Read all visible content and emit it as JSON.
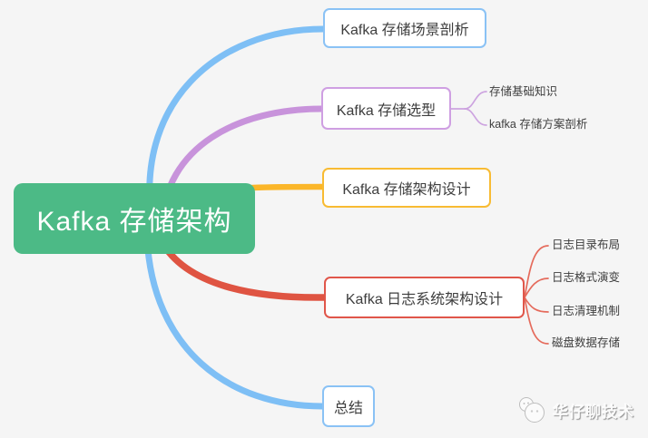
{
  "canvas": {
    "background": "#f5f5f5"
  },
  "root": {
    "label": "Kafka 存储架构",
    "fill": "#4cba86",
    "text_color": "#ffffff"
  },
  "branches": [
    {
      "label": "Kafka 存储场景剖析",
      "color": "#7ebff5",
      "children": []
    },
    {
      "label": "Kafka 存储选型",
      "color": "#c893db",
      "connector_color": "#cda4e0",
      "children": [
        {
          "label": "存储基础知识"
        },
        {
          "label": "kafka 存储方案剖析"
        }
      ]
    },
    {
      "label": "Kafka 存储架构设计",
      "color": "#fbb629",
      "children": []
    },
    {
      "label": "Kafka 日志系统架构设计",
      "color": "#df5442",
      "connector_color": "#e56b5c",
      "children": [
        {
          "label": "日志目录布局"
        },
        {
          "label": "日志格式演变"
        },
        {
          "label": "日志清理机制"
        },
        {
          "label": "磁盘数据存储"
        }
      ]
    },
    {
      "label": "总结",
      "color": "#7ebff5",
      "children": []
    }
  ],
  "watermark": {
    "label": "华仔聊技术",
    "icon": "chat-bubbles-icon"
  }
}
